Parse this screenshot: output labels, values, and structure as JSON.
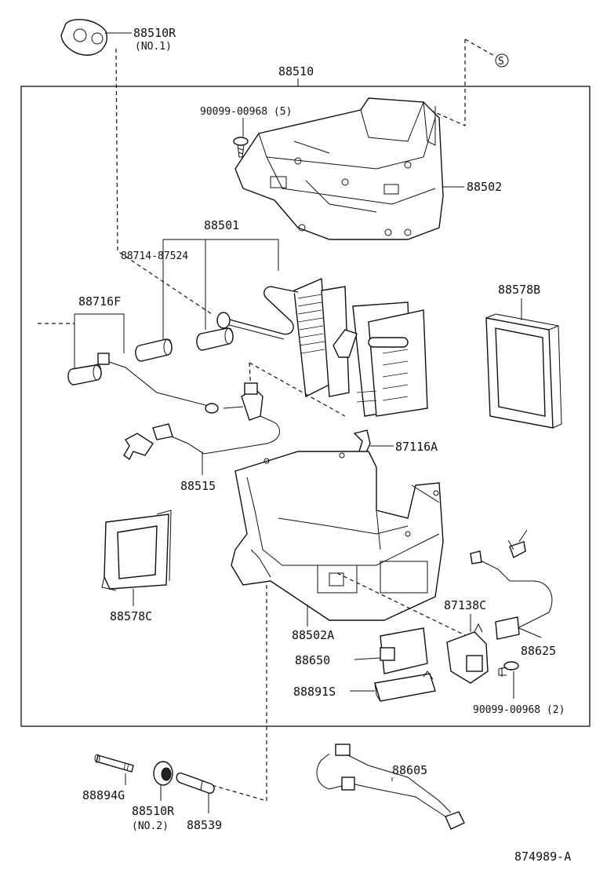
{
  "diagram_id": "874989-A",
  "labels": {
    "p88510": "88510",
    "p88510r_top": "88510R",
    "p88510r_top_note": "(NO.1)",
    "p90099_top": "90099-00968 (5)",
    "p88502": "88502",
    "p88501": "88501",
    "p88714": "88714-87524",
    "p88716f": "88716F",
    "p88578b": "88578B",
    "p87116a": "87116A",
    "p88515": "88515",
    "p88578c": "88578C",
    "p88502a": "88502A",
    "p87138c": "87138C",
    "p88625": "88625",
    "p88650": "88650",
    "p88891s": "88891S",
    "p90099_bottom": "90099-00968 (2)",
    "p88894g": "88894G",
    "p88510r_bottom": "88510R",
    "p88510r_bottom_note": "(NO.2)",
    "p88539": "88539",
    "p88605": "88605",
    "s_mark": "S"
  }
}
